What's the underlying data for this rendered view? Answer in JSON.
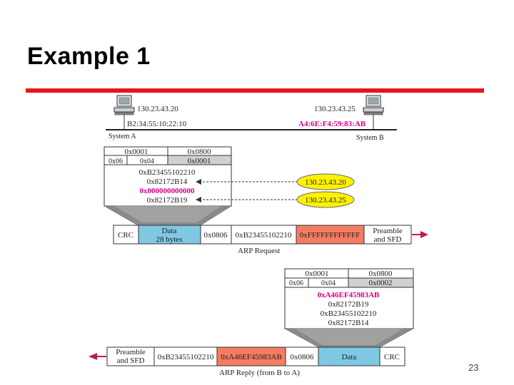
{
  "slide": {
    "title": "Example 1",
    "page_number": "23"
  },
  "colors": {
    "accent_rule": "#e8141b",
    "data_field": "#7ec8e3",
    "highlight_field": "#f47c62",
    "ip_bubble": "#fff200",
    "magenta_text": "#d6008a",
    "frame_header": "#d0d0d0"
  },
  "hosts": {
    "a": {
      "ip": "130.23.43.20",
      "mac": "B2:34:55:10:22:10",
      "label": "System A",
      "icon": "computer-icon"
    },
    "b": {
      "ip": "130.23.43.25",
      "mac": "A4:6E:F4:59:83:AB",
      "label": "System B",
      "icon": "computer-icon"
    }
  },
  "request": {
    "packet": {
      "hw_type": "0x0001",
      "proto_type": "0x0800",
      "hw_len": "0x06",
      "proto_len": "0x04",
      "op": "0x0001",
      "sender_mac": "0xB23455102210",
      "sender_ip": "0x82172B14",
      "target_mac": "0x000000000000",
      "target_ip": "0x82172B19"
    },
    "bubbles": [
      "130.23.43.20",
      "130.23.43.25"
    ],
    "frame": {
      "crc": "CRC",
      "data_line1": "Data",
      "data_line2": "28 bytes",
      "type": "0x0806",
      "src": "0xB23455102210",
      "dst": "0xFFFFFFFFFFFF",
      "preamble_line1": "Preamble",
      "preamble_line2": "and SFD"
    },
    "caption": "ARP Request"
  },
  "reply": {
    "packet": {
      "hw_type": "0x0001",
      "proto_type": "0x0800",
      "hw_len": "0x06",
      "proto_len": "0x04",
      "op": "0x0002",
      "sender_mac": "0xA46EF45983AB",
      "sender_ip": "0x82172B19",
      "target_mac": "0xB23455102210",
      "target_ip": "0x82172B14"
    },
    "frame": {
      "preamble_line1": "Preamble",
      "preamble_line2": "and SFD",
      "dst": "0xB23455102210",
      "src": "0xA46EF45983AB",
      "type": "0x0806",
      "data": "Data",
      "crc": "CRC"
    },
    "caption": "ARP Reply (from B to A)"
  }
}
